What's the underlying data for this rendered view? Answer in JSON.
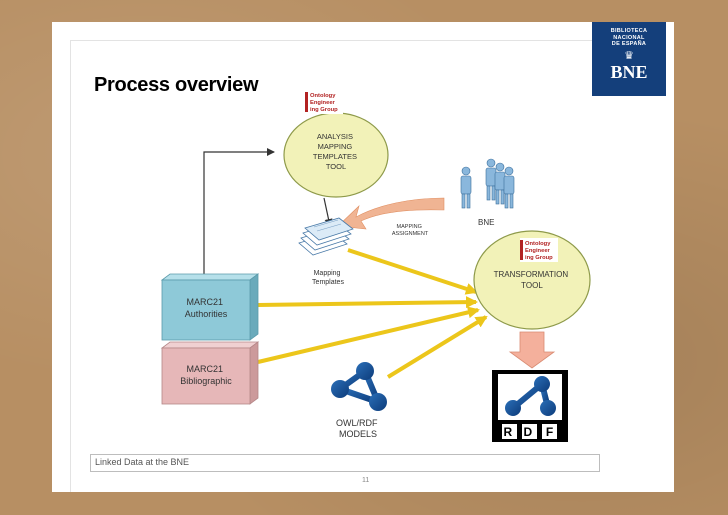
{
  "slide": {
    "title": "Process overview",
    "footer": "Linked Data at the BNE",
    "page_number": "11"
  },
  "logo": {
    "line1": "BIBLIOTECA",
    "line2": "NACIONAL",
    "line3": "DE ESPAÑA",
    "acronym": "BNE"
  },
  "diagram": {
    "analysis_tool": [
      "ANALYSIS",
      "MAPPING",
      "TEMPLATES",
      "TOOL"
    ],
    "transformation_tool": [
      "TRANSFORMATION",
      "TOOL"
    ],
    "oeg_badge": [
      "Ontology",
      "Engineer",
      "ing Group"
    ],
    "bne_people": "BNE",
    "mapping_assignment": [
      "MAPPING",
      "ASSIGNMENT"
    ],
    "mapping_templates": [
      "Mapping",
      "Templates"
    ],
    "marc_authorities": [
      "MARC21",
      "Authorities"
    ],
    "marc_bibliographic": [
      "MARC21",
      "Bibliographic"
    ],
    "owl_models": [
      "OWL/RDF",
      "MODELS"
    ],
    "rdf_letters": [
      "R",
      "D",
      "F"
    ]
  },
  "colors": {
    "tool_fill": "#f2f2b8",
    "arrow_yellow": "#ecc61b",
    "authorities_fill": "#8ec9d8",
    "bibliographic_fill": "#e6b7b8",
    "callout_arrow": "#f0b493",
    "down_arrow": "#f4b09c",
    "logo_bg": "#143f7b"
  }
}
